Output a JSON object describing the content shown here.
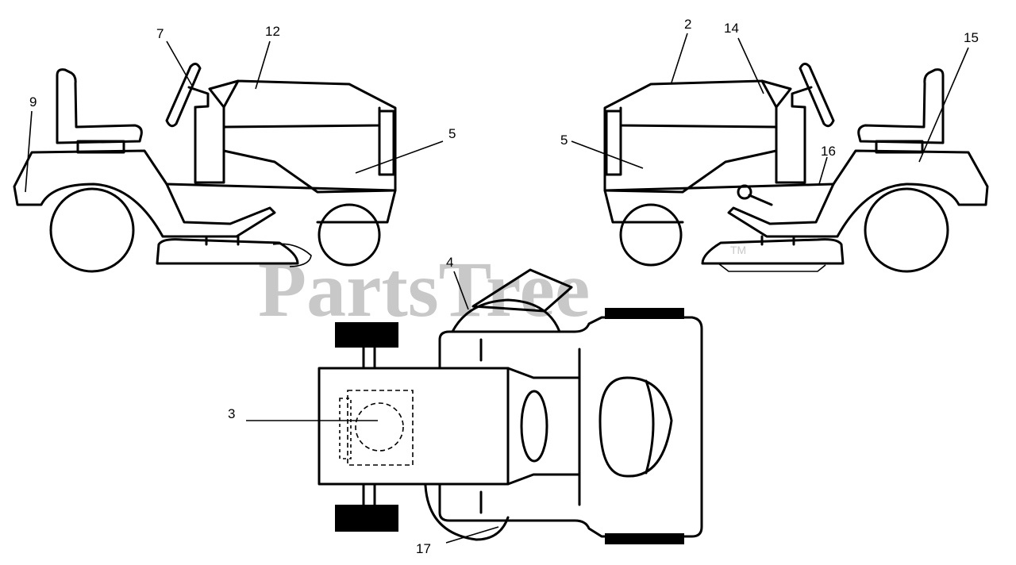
{
  "watermark": {
    "text": "PartsTree",
    "trademark": "TM"
  },
  "callouts": {
    "left_view": [
      "9",
      "7",
      "12",
      "5"
    ],
    "right_view": [
      "2",
      "14",
      "15",
      "5",
      "16"
    ],
    "top_view": [
      "4",
      "3",
      "17"
    ]
  },
  "colors": {
    "line": "#000000",
    "watermark": "#c8c8c8",
    "background": "#ffffff"
  }
}
